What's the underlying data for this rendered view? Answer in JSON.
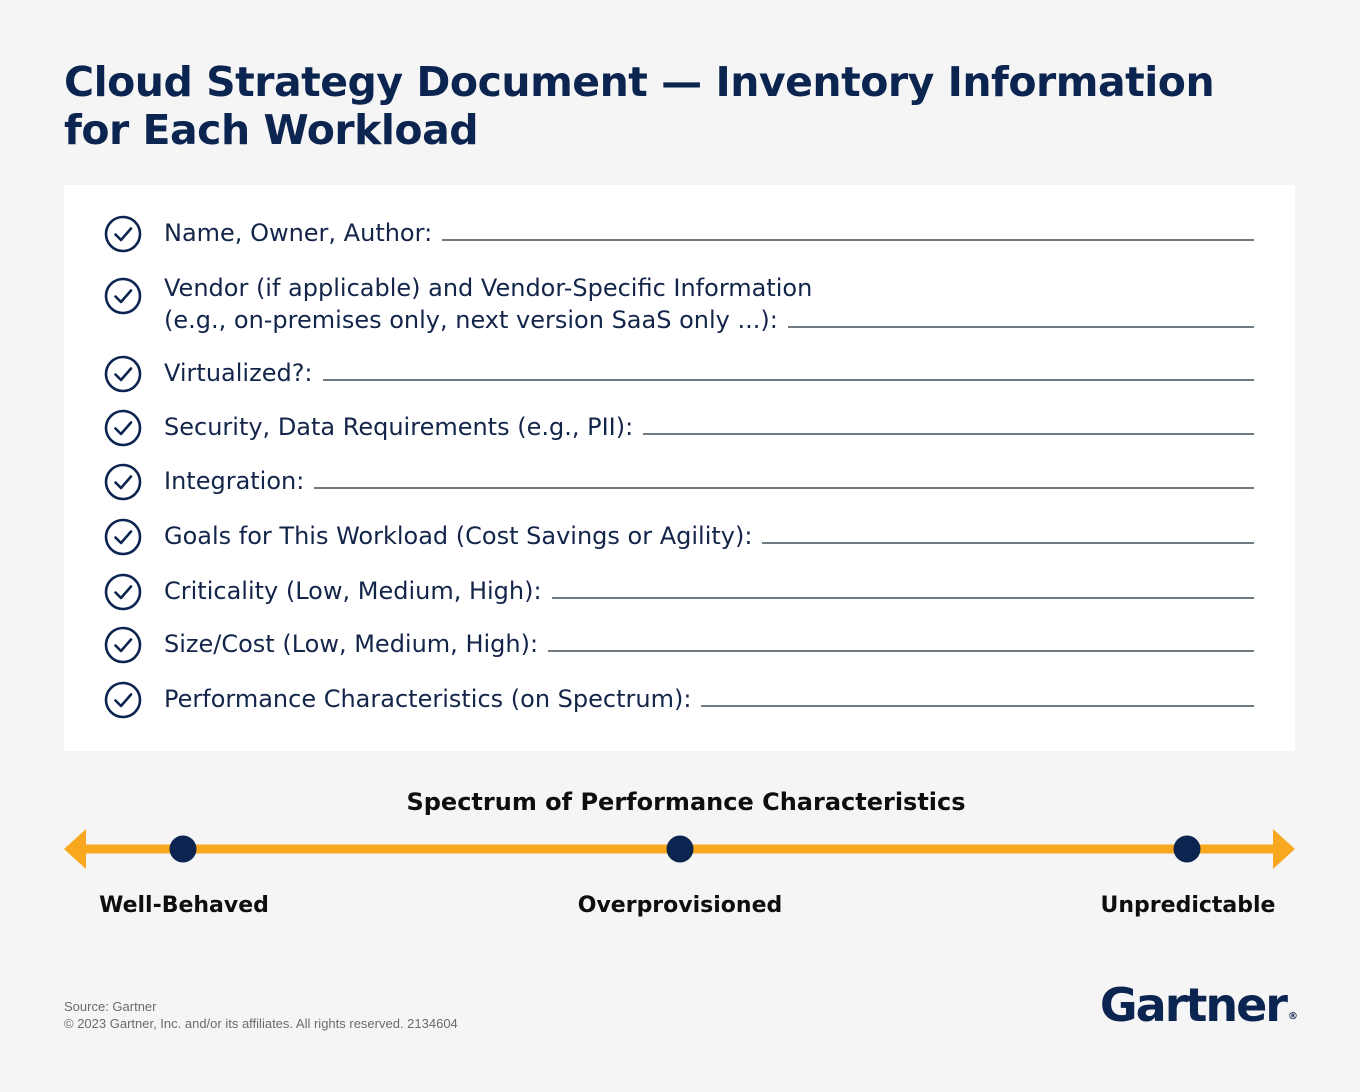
{
  "title": {
    "line1": "Cloud Strategy Document — Inventory Information",
    "line2": "for Each Workload"
  },
  "checklist": {
    "icon": "check-circle-icon",
    "items": [
      {
        "label": "Name, Owner, Author:"
      },
      {
        "label_line1": "Vendor (if applicable) and Vendor-Specific Information",
        "label": "(e.g., on-premises only, next version SaaS only ...):"
      },
      {
        "label": "Virtualized?:"
      },
      {
        "label": "Security, Data Requirements (e.g., PII):"
      },
      {
        "label": "Integration:"
      },
      {
        "label": "Goals for This Workload (Cost Savings or Agility):"
      },
      {
        "label": "Criticality (Low, Medium, High):"
      },
      {
        "label": "Size/Cost (Low, Medium, High):"
      },
      {
        "label": "Performance Characteristics (on Spectrum):"
      }
    ]
  },
  "spectrum": {
    "title": "Spectrum of Performance Characteristics",
    "points": [
      "Well-Behaved",
      "Overprovisioned",
      "Unpredictable"
    ],
    "colors": {
      "arrow": "#f8a81f",
      "point": "#0c2450"
    }
  },
  "footer": {
    "source": "Source: Gartner",
    "copyright": "© 2023 Gartner, Inc. and/or its affiliates. All rights reserved. 2134604",
    "logo": "Gartner"
  }
}
